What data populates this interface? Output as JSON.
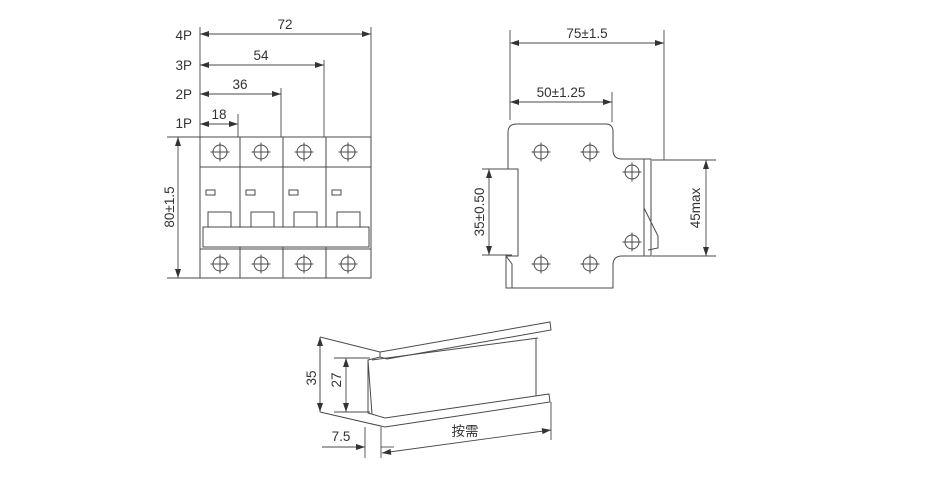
{
  "front_view": {
    "pole_labels": [
      "4P",
      "3P",
      "2P",
      "1P"
    ],
    "width_dims": [
      "72",
      "54",
      "36",
      "18"
    ],
    "height_dim": "80±1.5"
  },
  "side_view": {
    "overall_width": "75±1.5",
    "inner_width": "50±1.25",
    "mount_height": "35±0.50",
    "max_height": "45max"
  },
  "din_rail": {
    "outer_height": "35",
    "inner_height": "27",
    "flange_width": "7.5",
    "length_note": "按需"
  }
}
